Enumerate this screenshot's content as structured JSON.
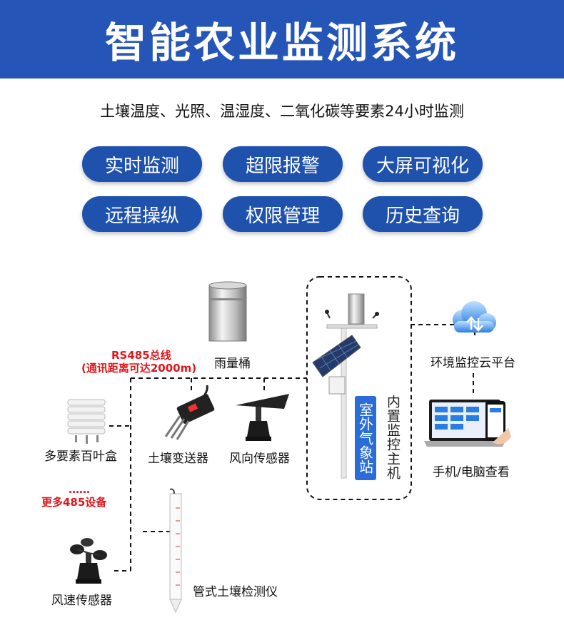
{
  "header": {
    "title": "智能农业监测系统"
  },
  "subtitle": "土壤温度、光照、温湿度、二氧化碳等要素24小时监测",
  "features": [
    "实时监测",
    "超限报警",
    "大屏可视化",
    "远程操纵",
    "权限管理",
    "历史查询"
  ],
  "bus": {
    "line1": "RS485总线",
    "line2": "(通讯距离可达2000m)"
  },
  "more": {
    "dots": "……",
    "text": "更多485设备"
  },
  "devices": {
    "rain_gauge": "雨量桶",
    "louver_box": "多要素百叶盒",
    "soil_transmitter": "土壤变送器",
    "wind_direction": "风向传感器",
    "wind_speed": "风速传感器",
    "tube_soil": "管式土壤检测仪"
  },
  "station": {
    "badge": "室外气象站",
    "host": "内置监控主机"
  },
  "cloud": {
    "label": "环境监控云平台"
  },
  "clients": {
    "label": "手机/电脑查看"
  },
  "colors": {
    "primary": "#2556b7",
    "pill": "#1f52ad",
    "alert": "#e0161b"
  }
}
